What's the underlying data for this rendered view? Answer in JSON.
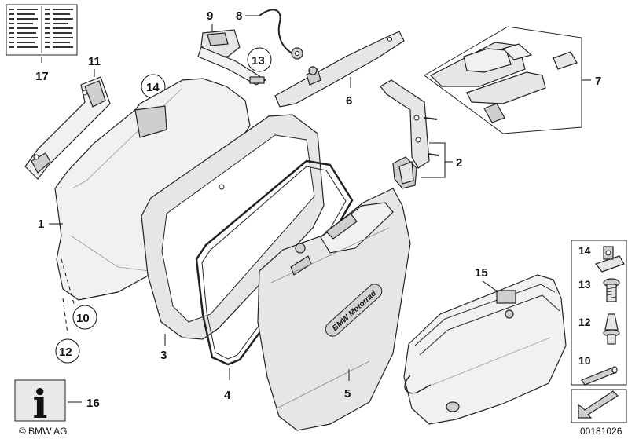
{
  "diagram": {
    "callouts": {
      "c1": "1",
      "c2": "2",
      "c3": "3",
      "c4": "4",
      "c5": "5",
      "c6": "6",
      "c7": "7",
      "c8": "8",
      "c9": "9",
      "c10": "10",
      "c11": "11",
      "c12": "12",
      "c13": "13",
      "c14": "14",
      "c15": "15",
      "c16": "16",
      "c17": "17"
    },
    "legend": {
      "l14": "14",
      "l13": "13",
      "l12": "12",
      "l10": "10"
    },
    "case_badge": "BMW Motorrad",
    "info_glyph": "i",
    "copyright": "© BMW AG",
    "drawing_number": "00181026"
  }
}
